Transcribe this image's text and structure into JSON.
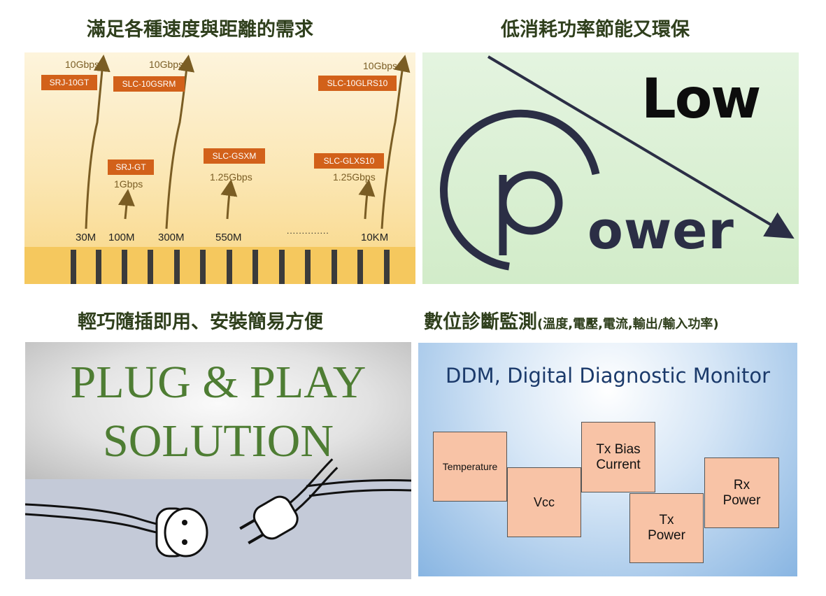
{
  "headings": {
    "speed": "滿足各種速度與距離的需求",
    "power": "低消耗功率節能又環保",
    "plug": "輕巧隨插即用、安裝簡易方便",
    "ddm_main": "數位診斷監測",
    "ddm_paren": "(溫度,電壓,電流,輸出/輸入功率)"
  },
  "speed_panel": {
    "products": [
      "SRJ-10GT",
      "SLC-10GSRM",
      "SLC-10GLRS10",
      "SRJ-GT",
      "SLC-GSXM",
      "SLC-GLXS10"
    ],
    "speeds": [
      "10Gbps",
      "10Gbps",
      "10Gbps",
      "1Gbps",
      "1.25Gbps",
      "1.25Gbps"
    ],
    "distances": [
      "30M",
      "100M",
      "300M",
      "550M",
      "..............",
      "10KM"
    ],
    "colors": {
      "box": "#d2611a",
      "arrow": "#7a5d24"
    }
  },
  "power_panel": {
    "word_low": "Low",
    "word_ower": "ower"
  },
  "plug_panel": {
    "line1": "PLUG & PLAY",
    "line2": "SOLUTION",
    "text_color": "#4e7d33"
  },
  "ddm_panel": {
    "title": "DDM, Digital Diagnostic Monitor",
    "boxes": [
      "Temperature",
      "Vcc",
      "Tx Bias\nCurrent",
      "Tx\nPower",
      "Rx\nPower"
    ]
  }
}
